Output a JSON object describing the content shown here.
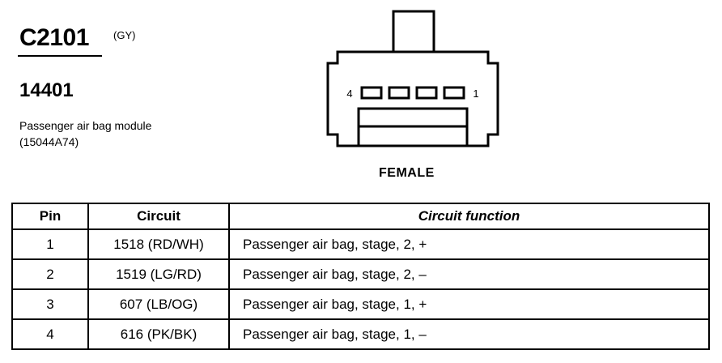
{
  "connector": {
    "id": "C2101",
    "color_code": "(GY)",
    "part_number": "14401",
    "description_line1": "Passenger air bag module",
    "description_line2": "(15044A74)"
  },
  "diagram": {
    "pin_label_left": "4",
    "pin_label_right": "1",
    "gender": "FEMALE"
  },
  "table": {
    "headers": {
      "pin": "Pin",
      "circuit": "Circuit",
      "function": "Circuit function"
    },
    "rows": [
      {
        "pin": "1",
        "circuit": "1518 (RD/WH)",
        "function": "Passenger air bag, stage, 2, +"
      },
      {
        "pin": "2",
        "circuit": "1519 (LG/RD)",
        "function": "Passenger air bag, stage, 2, –"
      },
      {
        "pin": "3",
        "circuit": "607 (LB/OG)",
        "function": "Passenger air bag, stage, 1, +"
      },
      {
        "pin": "4",
        "circuit": "616 (PK/BK)",
        "function": "Passenger air bag, stage, 1, –"
      }
    ]
  }
}
